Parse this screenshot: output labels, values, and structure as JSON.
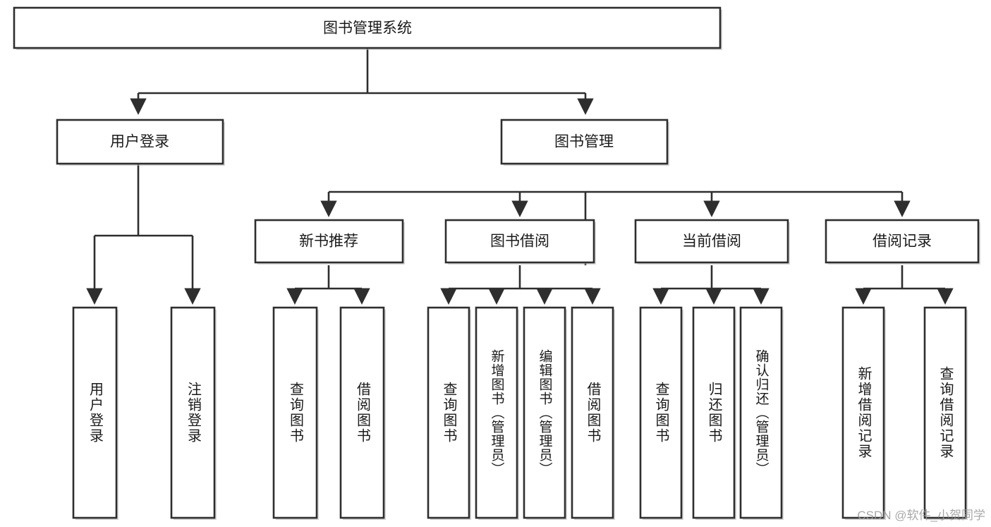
{
  "diagram": {
    "title": "图书管理系统",
    "type": "tree",
    "orientation": "top-down",
    "colors": {
      "stroke": "#2e2e2e",
      "fill": "#ffffff",
      "text": "#1a1a1a",
      "background": "#ffffff",
      "watermark": "#9a9a9a"
    }
  },
  "root": {
    "label": "图书管理系统"
  },
  "level2": [
    {
      "label": "用户登录"
    },
    {
      "label": "图书管理"
    }
  ],
  "level3": [
    {
      "label": "新书推荐"
    },
    {
      "label": "图书借阅"
    },
    {
      "label": "当前借阅"
    },
    {
      "label": "借阅记录"
    }
  ],
  "leaves": {
    "user_login": [
      {
        "label": "用户登录"
      },
      {
        "label": "注销登录"
      }
    ],
    "new_book_recommend": [
      {
        "label": "查询图书"
      },
      {
        "label": "借阅图书"
      }
    ],
    "book_borrow": [
      {
        "label": "查询图书"
      },
      {
        "label": "新增图书（管理员）"
      },
      {
        "label": "编辑图书（管理员）"
      },
      {
        "label": "借阅图书"
      }
    ],
    "current_borrow": [
      {
        "label": "查询图书"
      },
      {
        "label": "归还图书"
      },
      {
        "label": "确认归还（管理员）"
      }
    ],
    "borrow_record": [
      {
        "label": "新增借阅记录"
      },
      {
        "label": "查询借阅记录"
      }
    ]
  },
  "watermark": {
    "text": "CSDN @软件_小贺同学"
  }
}
